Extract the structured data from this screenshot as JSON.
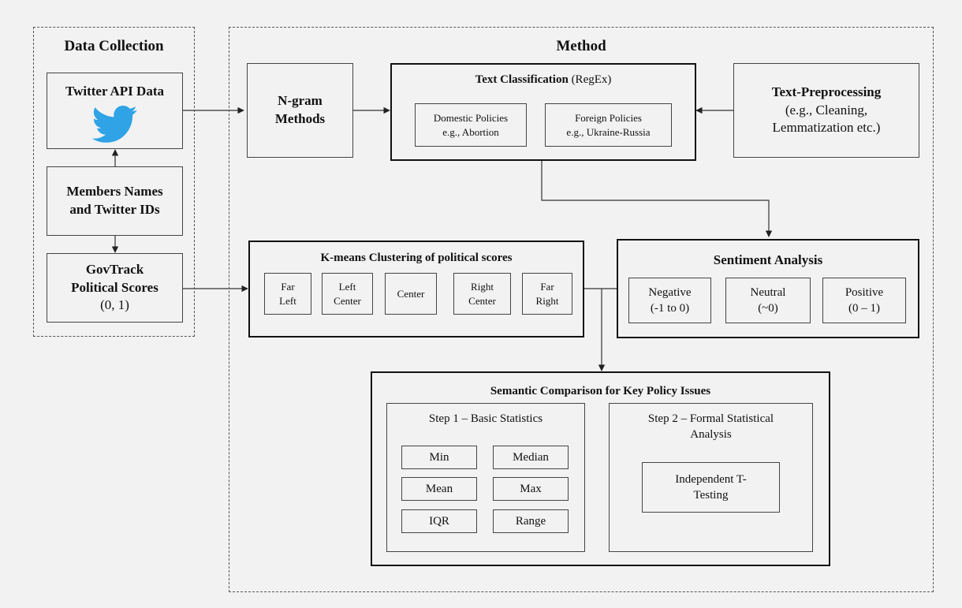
{
  "data_collection": {
    "title": "Data Collection",
    "twitter_api": "Twitter API Data",
    "members_line1": "Members Names",
    "members_line2": "and Twitter IDs",
    "govtrack_line1": "GovTrack",
    "govtrack_line2": "Political Scores",
    "govtrack_line3": "(0, 1)"
  },
  "method": {
    "title": "Method",
    "ngram_line1": "N-gram",
    "ngram_line2": "Methods",
    "text_classification": {
      "title_bold": "Text Classification",
      "title_rest": " (RegEx)",
      "domestic_line1": "Domestic Policies",
      "domestic_line2": "e.g., Abortion",
      "foreign_line1": "Foreign Policies",
      "foreign_line2": "e.g., Ukraine-Russia"
    },
    "preprocessing": {
      "line1": "Text-Preprocessing",
      "line2": "(e.g., Cleaning,",
      "line3": "Lemmatization  etc.)"
    },
    "kmeans": {
      "title": "K-means Clustering of political scores",
      "clusters": [
        {
          "line1": "Far",
          "line2": "Left"
        },
        {
          "line1": "Left",
          "line2": "Center"
        },
        {
          "line1": "Center",
          "line2": ""
        },
        {
          "line1": "Right",
          "line2": "Center"
        },
        {
          "line1": "Far",
          "line2": "Right"
        }
      ]
    },
    "sentiment": {
      "title": "Sentiment Analysis",
      "negative_line1": "Negative",
      "negative_line2": "(-1  to 0)",
      "neutral_line1": "Neutral",
      "neutral_line2": "(~0)",
      "positive_line1": "Positive",
      "positive_line2": "(0 – 1)"
    },
    "semantic": {
      "title": "Semantic Comparison for Key Policy Issues",
      "step1_title": "Step 1 – Basic Statistics",
      "stats": [
        "Min",
        "Median",
        "Mean",
        "Max",
        "IQR",
        "Range"
      ],
      "step2_line1": "Step 2 – Formal Statistical",
      "step2_line2": "Analysis",
      "ttest_line1": "Independent T-",
      "ttest_line2": "Testing"
    }
  },
  "colors": {
    "twitter_bird": "#2fa3e6",
    "background": "#f2f2f2",
    "line": "#333333"
  }
}
